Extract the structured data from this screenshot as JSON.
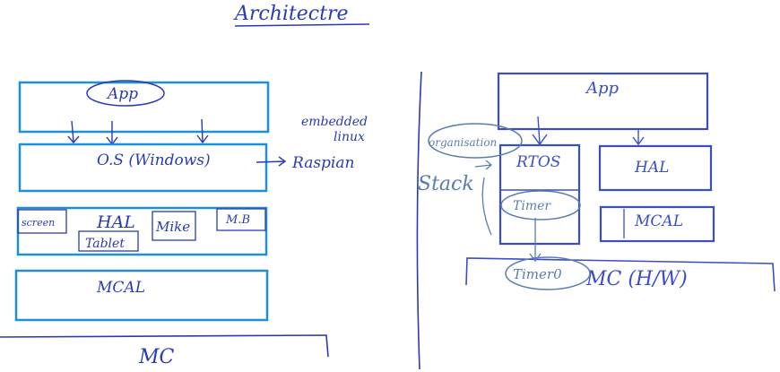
{
  "title": "Architectre",
  "left": {
    "app": "App",
    "os": "O.S (Windows)",
    "os_target": "Raspian",
    "note": [
      "embedded",
      "linux"
    ],
    "hal": "HAL",
    "hal_parts": [
      "screen",
      "Tablet",
      "Mike",
      "M.B"
    ],
    "mcal": "MCAL",
    "hw": "MC"
  },
  "right": {
    "app": "App",
    "rtos": "RTOS",
    "hal": "HAL",
    "mcal": "MCAL",
    "timer": "Timer",
    "timer0": "Timer0",
    "hw": "MC (H/W)",
    "stack": "Stack",
    "organisation": "organisation"
  },
  "colors": {
    "ink": "#2a3ab5",
    "box": "#1e90d6",
    "grey_ink": "#5a7bb3"
  }
}
